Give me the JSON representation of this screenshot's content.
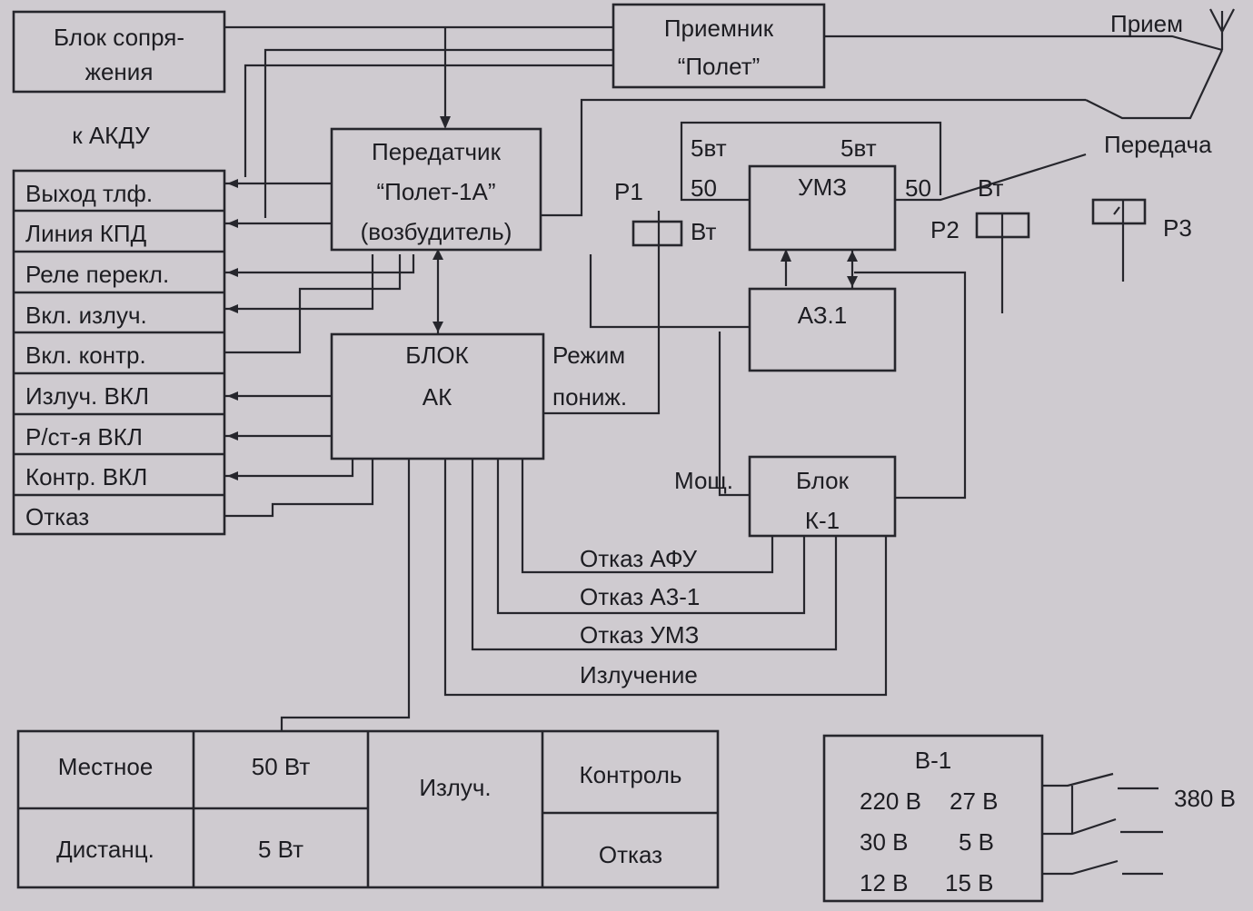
{
  "interface_block": [
    "Блок сопря-",
    "жения"
  ],
  "to_akdu": "к АКДУ",
  "akdu_rows": [
    "Выход тлф.",
    "Линия КПД",
    "Реле перекл.",
    "Вкл. излуч.",
    "Вкл. контр.",
    "Излуч. ВКЛ",
    "Р/ст-я ВКЛ",
    "Контр. ВКЛ",
    "Отказ"
  ],
  "receiver": [
    "Приемник",
    "“Полет”"
  ],
  "transmitter": [
    "Передатчик",
    "“Полет-1А”",
    "(возбудитель)"
  ],
  "umz": "УМЗ",
  "az1": "АЗ.1",
  "ak_block": [
    "БЛОК",
    "АК"
  ],
  "k1_block": [
    "Блок",
    "К-1"
  ],
  "antenna": {
    "receive": "Прием",
    "transmit": "Передача"
  },
  "relays": {
    "p1": "Р1",
    "p2": "Р2",
    "p3": "Р3",
    "vt": "Вт"
  },
  "power_labels": {
    "w5_left": "5вт",
    "w5_right": "5вт",
    "w50_left": "50",
    "w50_right": "50"
  },
  "mode": [
    "Режим",
    "пониж."
  ],
  "power_word": "Мощ.",
  "fault_lines": [
    "Отказ АФУ",
    "Отказ А3-1",
    "Отказ УМЗ",
    "Излучение"
  ],
  "control_panel": {
    "local": "Местное",
    "remote": "Дистанц.",
    "w50": "50 Вт",
    "w5": "5 Вт",
    "emission": "Излуч.",
    "control": "Контроль",
    "fault": "Отказ"
  },
  "power_unit": {
    "title": "В-1",
    "rows": [
      [
        "220 В",
        "27 В"
      ],
      [
        "30 В",
        "5 В"
      ],
      [
        "12 В",
        "15 В"
      ]
    ],
    "input": "380 В"
  }
}
